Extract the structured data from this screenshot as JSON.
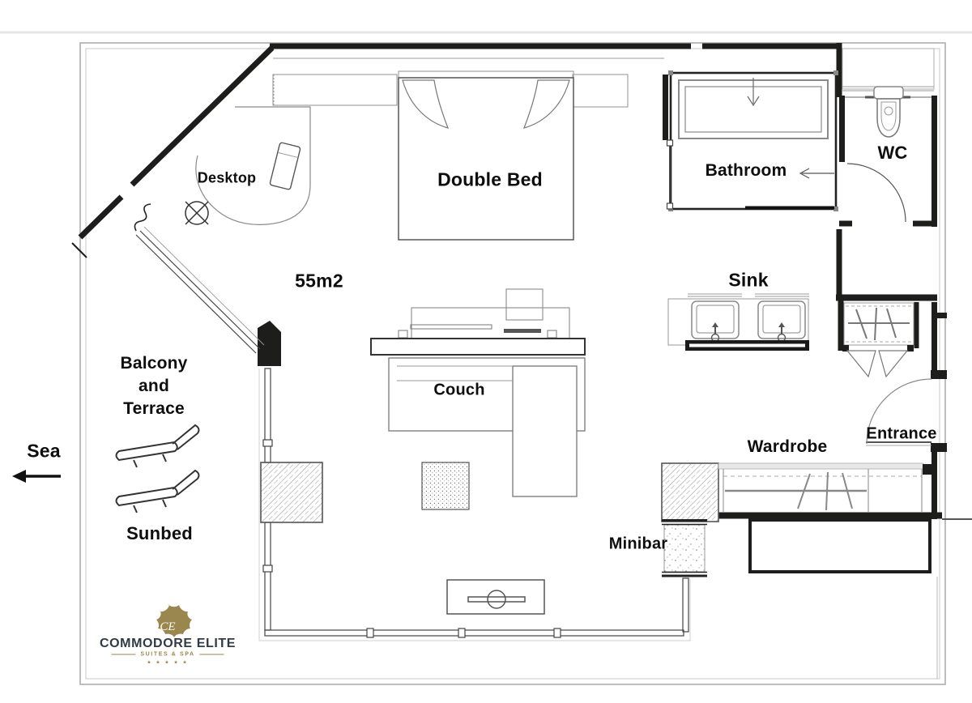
{
  "plan": {
    "area_label": "55m2",
    "labels": {
      "desktop": "Desktop",
      "double_bed": "Double Bed",
      "bathroom": "Bathroom",
      "wc": "WC",
      "sink": "Sink",
      "couch": "Couch",
      "balcony_line1": "Balcony",
      "balcony_line2": "and",
      "balcony_line3": "Terrace",
      "sunbed": "Sunbed",
      "sea": "Sea",
      "minibar": "Minibar",
      "wardrobe": "Wardrobe",
      "entrance": "Entrance"
    },
    "colors": {
      "wall": "#1d1d1b",
      "thin_line": "#999999",
      "logo_gold": "#9a874e",
      "logo_text": "#303b45"
    }
  },
  "logo": {
    "name": "COMMODORE ELITE",
    "tagline": "SUITES & SPA",
    "stars": "★ ★ ★ ★ ★",
    "monogram": "CE"
  }
}
